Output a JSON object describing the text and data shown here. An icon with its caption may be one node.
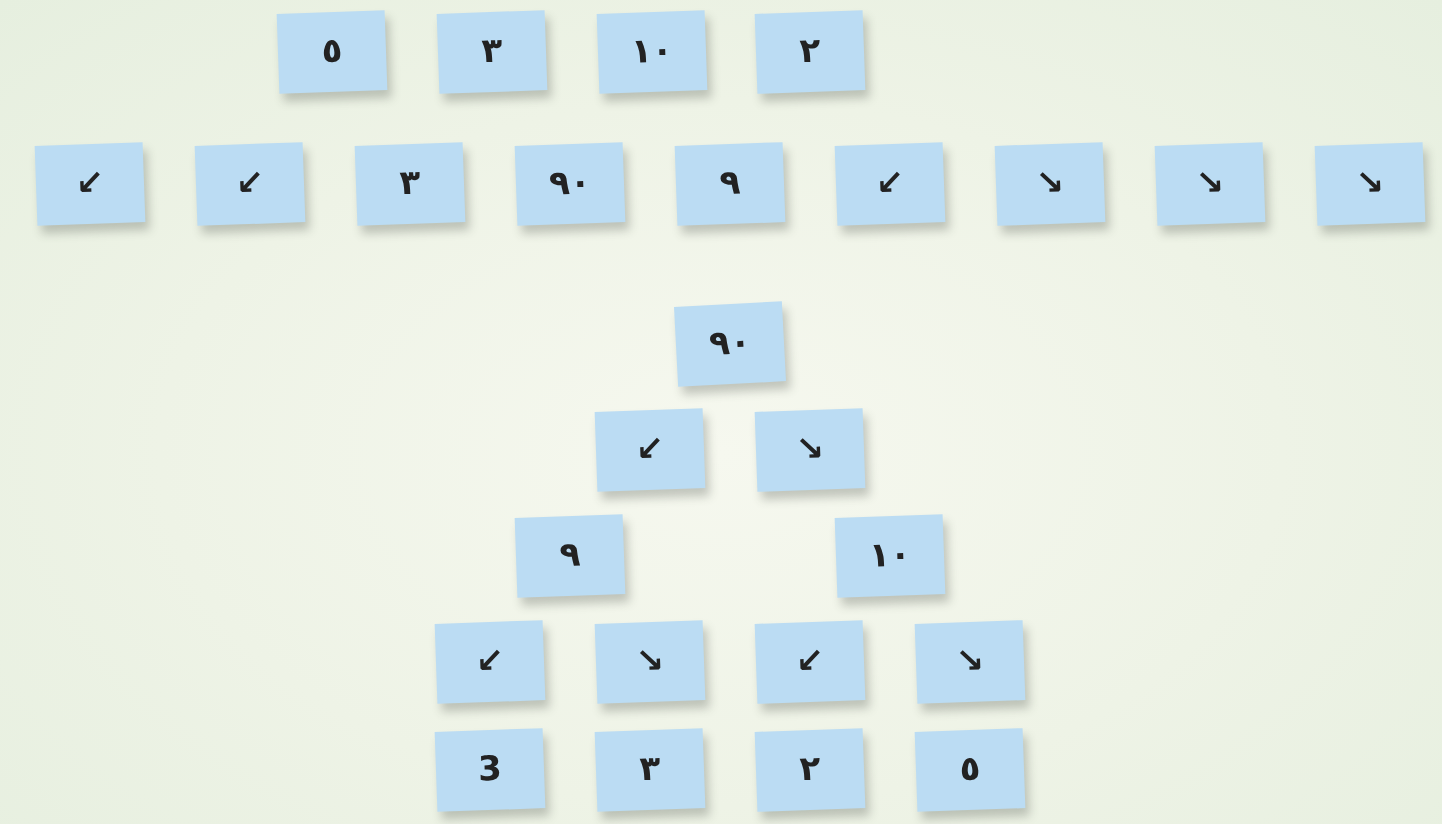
{
  "diagram": {
    "nodes": [
      {
        "text": [
          "٥"
        ]
      },
      {
        "text": [
          "٣"
        ]
      },
      {
        "text": [
          "١٠"
        ]
      },
      {
        "text": [
          "٢"
        ]
      },
      {
        "text": [
          "↙"
        ]
      },
      {
        "text": [
          "↙"
        ]
      },
      {
        "text": [
          "٣"
        ]
      },
      {
        "text": [
          "٩٠"
        ]
      },
      {
        "text": [
          "٩"
        ]
      },
      {
        "text": [
          "↙"
        ]
      },
      {
        "text": [
          "↘"
        ]
      },
      {
        "text": [
          "↘"
        ]
      },
      {
        "text": [
          "↘"
        ]
      },
      {
        "text": [
          "٩٠"
        ]
      },
      {
        "text": [
          "↙"
        ]
      },
      {
        "text": [
          "↘"
        ]
      },
      {
        "text": [
          "٩"
        ]
      },
      {
        "text": [
          "١٠"
        ]
      },
      {
        "text": [
          "↙"
        ]
      },
      {
        "text": [
          "↘"
        ]
      },
      {
        "text": [
          "↙"
        ]
      },
      {
        "text": [
          "↘"
        ]
      },
      {
        "text": [
          "3"
        ]
      },
      {
        "text": [
          "٣"
        ]
      },
      {
        "text": [
          "٢"
        ]
      },
      {
        "text": [
          "٥"
        ]
      }
    ]
  }
}
